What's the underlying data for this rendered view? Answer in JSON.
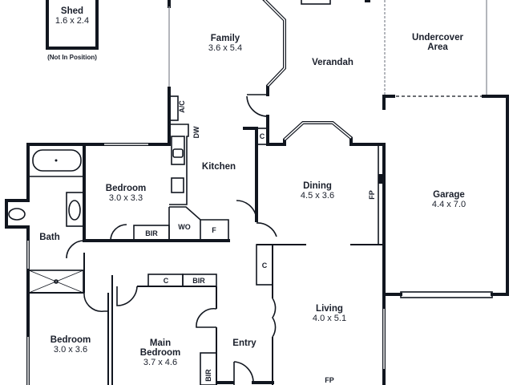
{
  "rooms": {
    "shed": {
      "name": "Shed",
      "dim": "1.6 x 2.4",
      "note": "(Not In Position)"
    },
    "family": {
      "name": "Family",
      "dim": "3.6 x 5.4"
    },
    "verandah": {
      "name": "Verandah"
    },
    "undercover": {
      "name": "Undercover",
      "name2": "Area"
    },
    "kitchen": {
      "name": "Kitchen"
    },
    "bedroom2": {
      "name": "Bedroom",
      "dim": "3.0 x 3.3"
    },
    "dining": {
      "name": "Dining",
      "dim": "4.5 x 3.6"
    },
    "garage": {
      "name": "Garage",
      "dim": "4.4 x 7.0"
    },
    "bath": {
      "name": "Bath"
    },
    "living": {
      "name": "Living",
      "dim": "4.0 x 5.1"
    },
    "bedroom3": {
      "name": "Bedroom",
      "dim": "3.0 x 3.6"
    },
    "main_bedroom": {
      "name": "Main",
      "name2": "Bedroom",
      "dim": "3.7 x 4.6"
    },
    "entry": {
      "name": "Entry"
    }
  },
  "fixtures": {
    "ac": "A/C",
    "dw": "DW",
    "wo": "WO",
    "f": "F",
    "bir_bed": "BIR",
    "bir_main": "BIR",
    "bir_entry": "BIR",
    "c_kitchen": "C",
    "c_main": "C",
    "c_living": "C",
    "fp_dining": "FP",
    "fp_living": "FP"
  }
}
